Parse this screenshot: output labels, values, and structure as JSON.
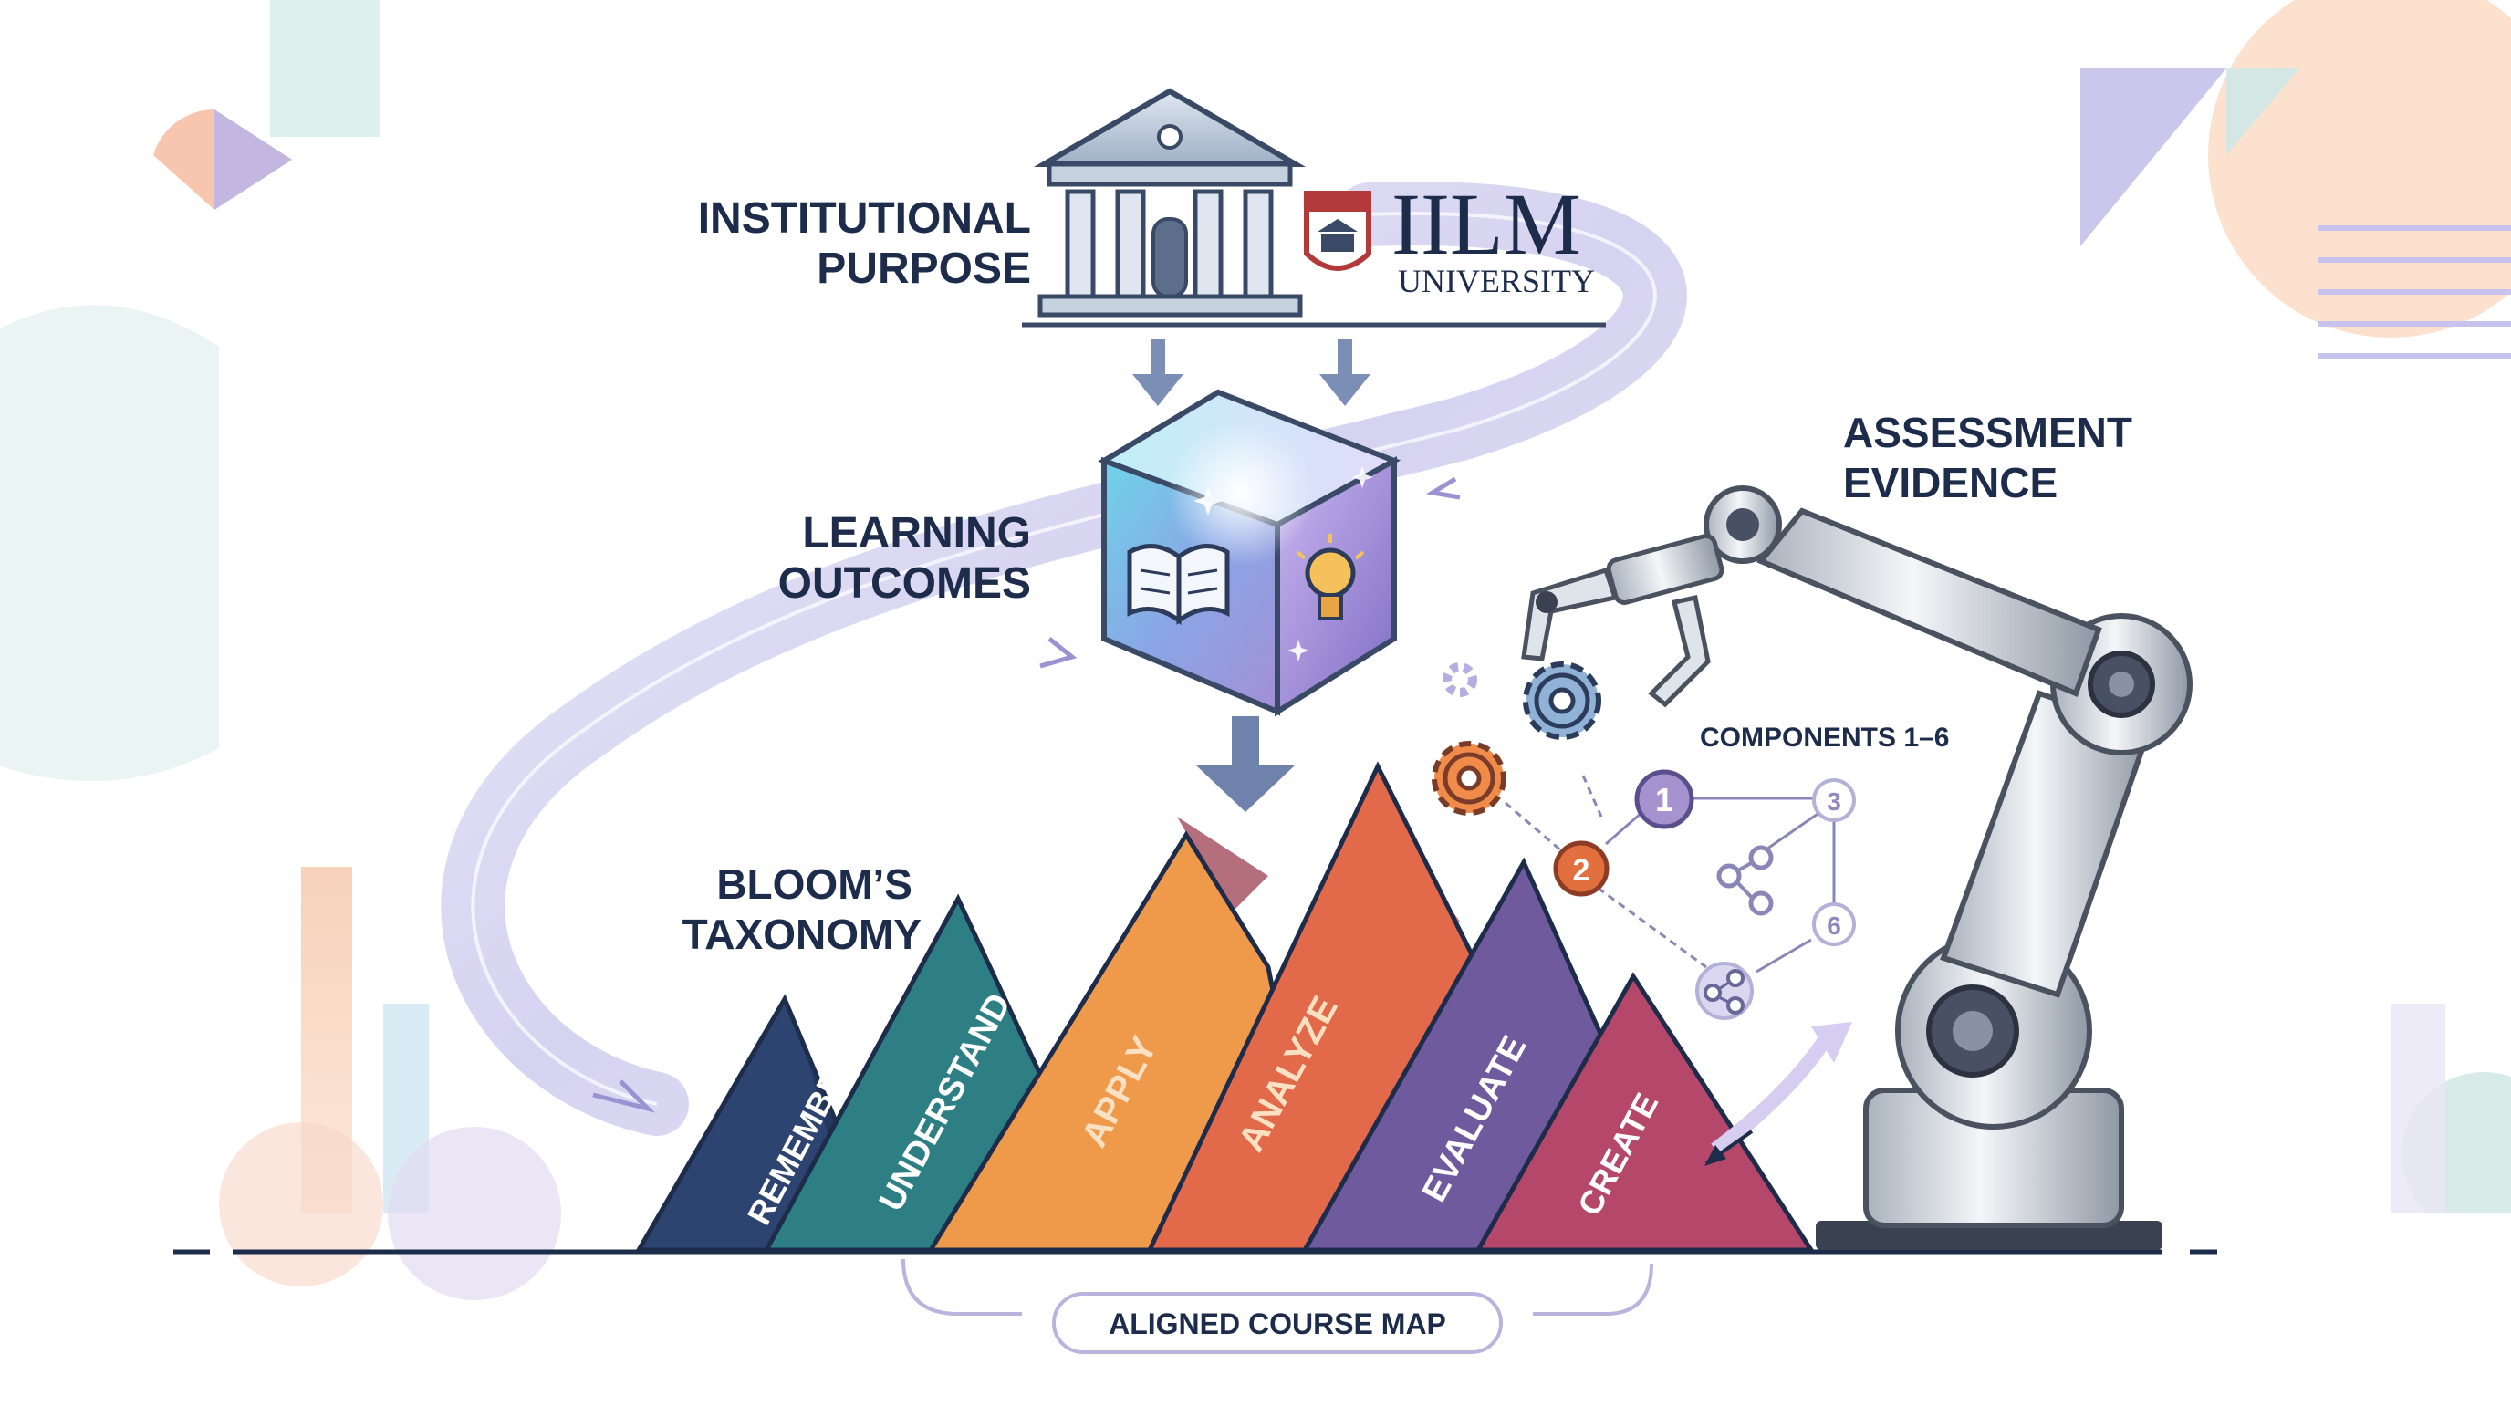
{
  "labels": {
    "institutional_line1": "INSTITUTIONAL",
    "institutional_line2": "PURPOSE",
    "learning_line1": "LEARNING",
    "learning_line2": "OUTCOMES",
    "assessment_line1": "ASSESSMENT",
    "assessment_line2": "EVIDENCE",
    "blooms_line1": "BLOOM’S",
    "blooms_line2": "TAXONOMY",
    "components": "COMPONENTS 1–6",
    "course_map": "ALIGNED COURSE MAP"
  },
  "logo": {
    "name": "IILM",
    "sub": "UNIVERSITY"
  },
  "taxonomy_levels": [
    "REMEMBER",
    "UNDERSTAND",
    "APPLY",
    "ANALYZE",
    "EVALUATE",
    "CREATE"
  ],
  "component_nodes": [
    "1",
    "2",
    "3",
    "6"
  ],
  "icons": [
    "institution-building-icon",
    "iilm-crest-icon",
    "book-icon",
    "lightbulb-icon",
    "gear-icon",
    "robotic-arm-icon",
    "share-network-icon"
  ],
  "colors": {
    "navy": "#1c2c4a",
    "remember": "#2e4470",
    "understand": "#2d7f84",
    "apply": "#ef9a4a",
    "analyze": "#e2694a",
    "evaluate": "#6f5a9e",
    "create": "#b5486a",
    "ribbon": "#c8c3ec",
    "logo_red": "#b23a3a"
  }
}
